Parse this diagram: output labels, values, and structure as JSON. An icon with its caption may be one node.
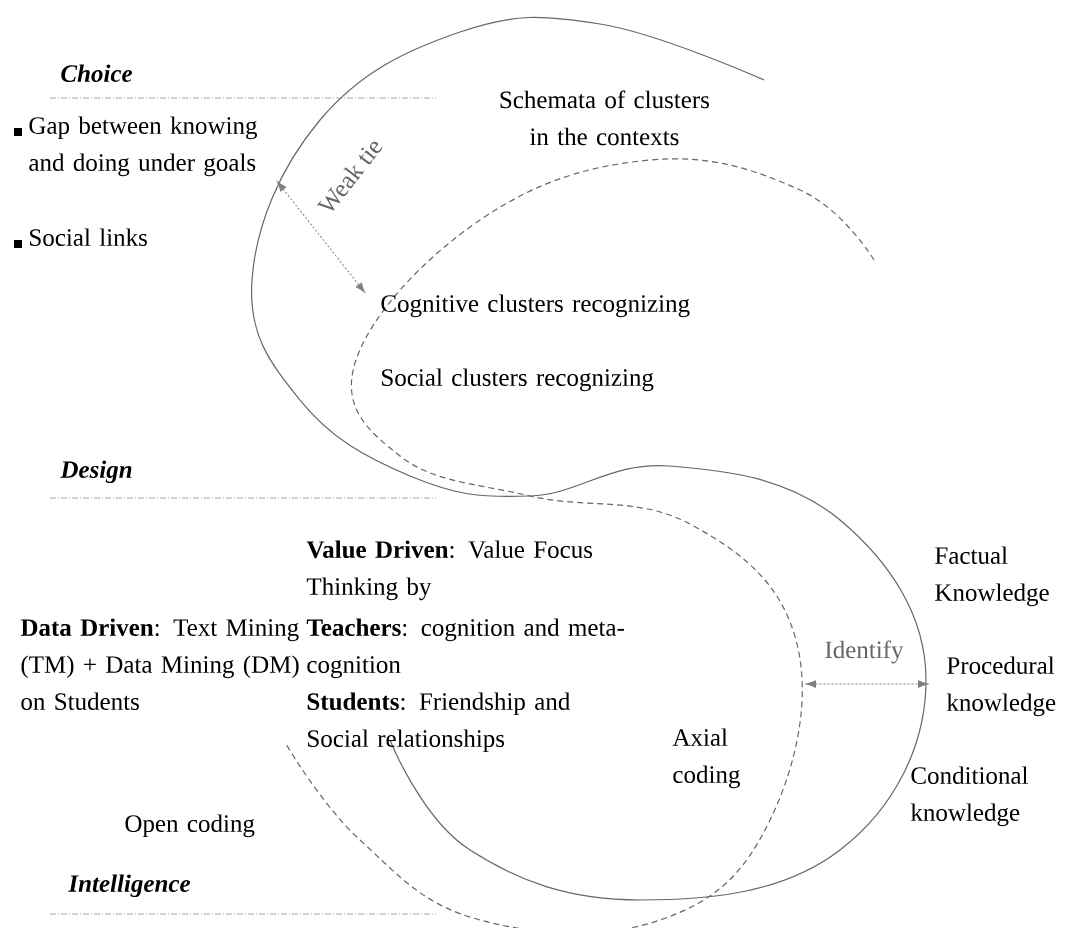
{
  "diagram": {
    "labels": [
      "Choice",
      "Gap between knowing and doing under goals",
      "Social links",
      "Schemata of clusters in the contexts",
      "Weak tie",
      "Cognitive clusters recognizing",
      "Social clusters recognizing",
      "Design",
      "**Value Driven**: Value Focus Thinking  by",
      "**Teachers**: cognition and meta-cognition",
      "**Students**: Friendship and Social relationships",
      "Factual Knowledge",
      "**Data Driven**: Text Mining (TM) + Data Mining (DM) on Students",
      "Identify",
      "Procedural knowledge",
      "Axial coding",
      "Conditional knowledge",
      "Open coding",
      "Intelligence"
    ]
  }
}
